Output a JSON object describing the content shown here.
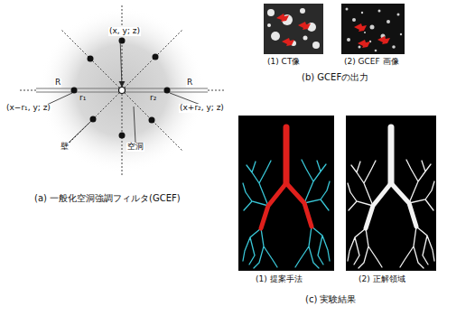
{
  "diagram": {
    "labels": [
      "(x, y; z)",
      "R",
      "R",
      "(x−r₁, y; z)",
      "r₁",
      "r₂",
      "(x+r₂, y; z)",
      "壁",
      "空洞",
      "(a) 一般化空洞強調フィルタ(GCEF)",
      "(1) CT像",
      "(2) GCEF 画像",
      "(b) GCEFの出力",
      "(1) 提案手法",
      "(2) 正解領域",
      "(c) 実験結果"
    ]
  }
}
